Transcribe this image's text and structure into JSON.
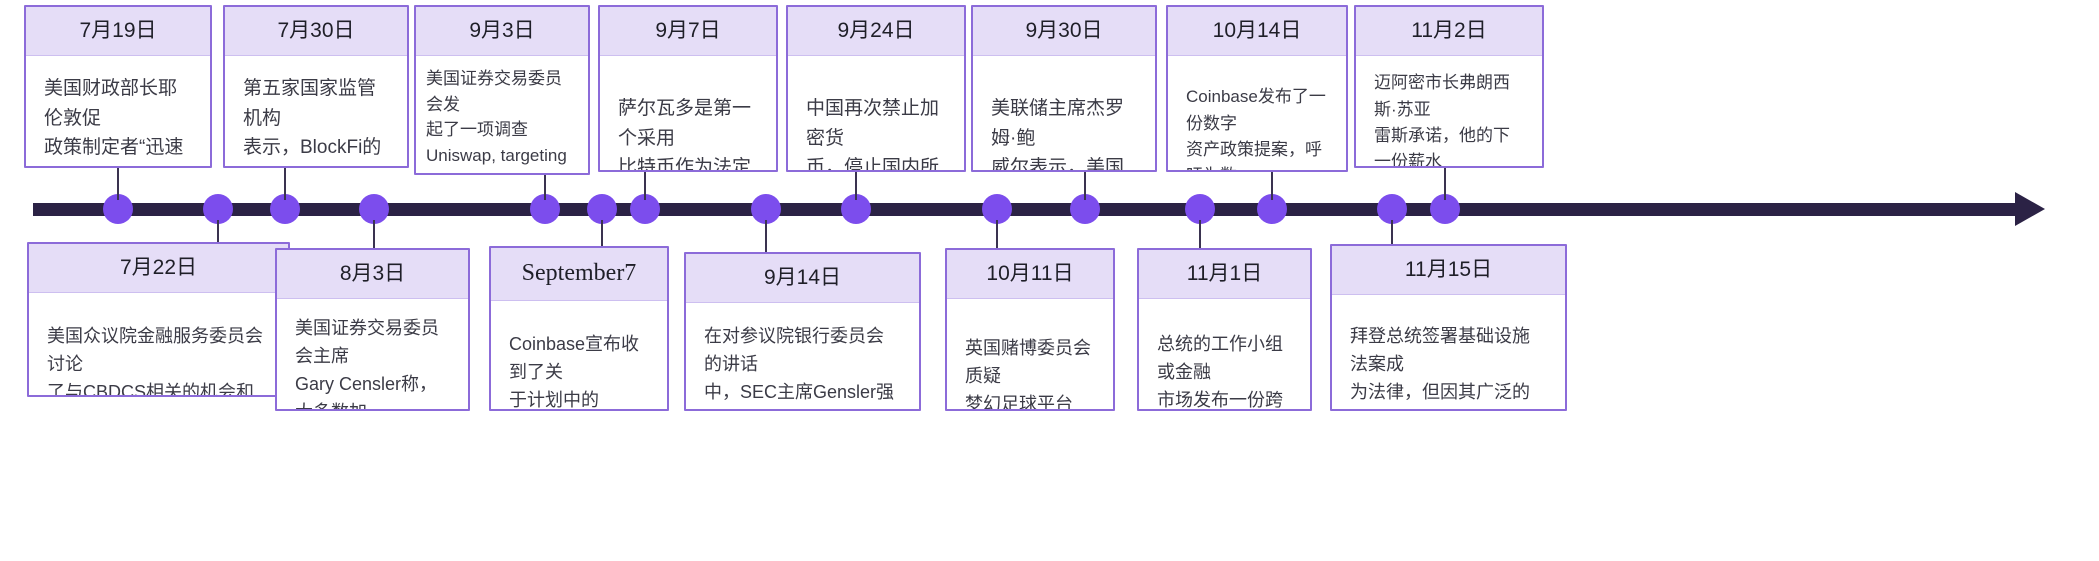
{
  "theme": {
    "axis_color": "#2b2245",
    "dot_color": "#7c4ded",
    "card_border": "#8c6bd9",
    "card_header_bg": "#e5ddf7",
    "card_body_bg": "#ffffff",
    "text_color": "#3b3b46",
    "background": "#ffffff"
  },
  "timeline": {
    "orientation": "horizontal",
    "arrow_direction": "right",
    "dot_count": 15
  },
  "cards_top": [
    {
      "date": "7月19日",
      "body": "美国财政部长耶伦敦促\n政策制定者“迅速采取\n行动”，对稳定币进行\n监管。",
      "align": "left"
    },
    {
      "date": "7月30日",
      "body": "第五家国家监管机构\n表示，BlockFi的权\n益账户可能违反了证\n券法。",
      "align": "left"
    },
    {
      "date": "9月3日",
      "body": "美国证券交易委员会发\n起了一项调查\n  Uniswap, targeting\n\n去中心化的开发者\n\n        交换",
      "align": "left"
    },
    {
      "date": "9月7日",
      "body": "萨尔瓦多是第一个采用\n比特币作为法定货币的\n国家。",
      "align": "left"
    },
    {
      "date": "9月24日",
      "body": "中国再次禁止加密货\n币，停止国内所有交\n易和挖矿活动。",
      "align": "left"
    },
    {
      "date": "9月30日",
      "body": "美联储主席杰罗姆·鲍\n威尔表示，美国不会禁\n止加密货币。",
      "align": "left"
    },
    {
      "date": "10月14日",
      "body": "Coinbase发布了一份数字\n资产政策提案，呼吁为数\n字资产建立新的监管框架\n。",
      "align": "left"
    },
    {
      "date": "11月2日",
      "body": "迈阿密市长弗朗西斯·苏亚\n雷斯承诺，他的下一份薪水\n将以比特币的形式发放，纽\n约当选市长埃里克·亚当斯\n也将紧随其后。",
      "align": "left"
    }
  ],
  "cards_bottom": [
    {
      "date": "7月22日",
      "body": "美国众议院金融服务委员会讨论\n了与CBDCS相关的机会和风险",
      "align": "left"
    },
    {
      "date": "8月3日",
      "body": "美国证券交易委员会主席\nGary Censler称，大多数加\n密交易所使用的都是未注册\n证券。",
      "align": "left"
    },
    {
      "date": "September7",
      "body": "Coinbase宣布收到了关\n于计划中的Coinbase\nLend产品的Wells通知。",
      "align": "left",
      "date_style": "serif"
    },
    {
      "date": "9月14日",
      "body": "在对参议院银行委员会的讲话\n中，SEC主席Gensler强调，\nSEC正在审查稳定币和贷款平\n台。",
      "align": "left"
    },
    {
      "date": "10月11日",
      "body": "英国赌博委员会质疑\n梦幻足球平台Sorare\n及其对NFTS的使用。",
      "align": "left"
    },
    {
      "date": "11月1日",
      "body": "总统的工作小组或金融\n市场发布一份跨机构报\n告\n\n    stablecoins。",
      "align": "left"
    },
    {
      "date": "11月15日",
      "body": "拜登总统签署基础设施法案成\n为法律，但因其广泛的加密货\n币税收规定和“经纪人”定义\n而遭到推迟。",
      "align": "left"
    }
  ]
}
